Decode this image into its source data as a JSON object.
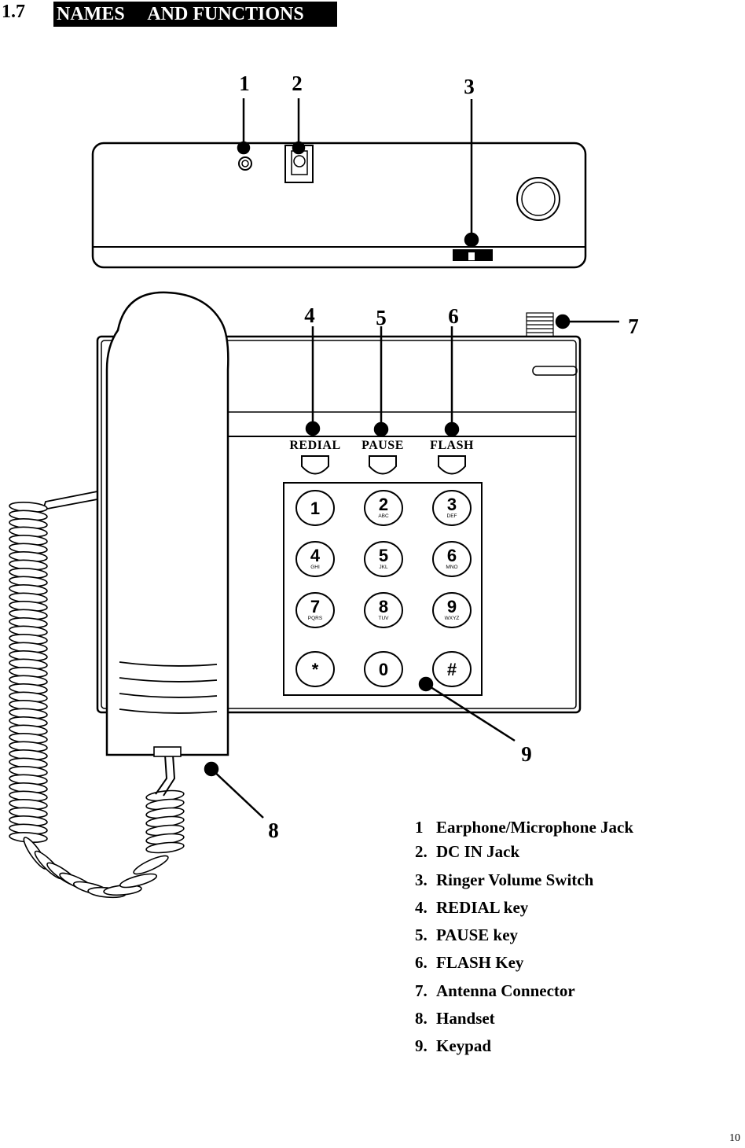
{
  "heading": {
    "number": "1.7",
    "title": "NAMES     AND FUNCTIONS"
  },
  "callouts": [
    "1",
    "2",
    "3",
    "4",
    "5",
    "6",
    "7",
    "8",
    "9"
  ],
  "keys": {
    "redial": "REDIAL",
    "pause": "PAUSE",
    "flash": "FLASH"
  },
  "keypad": [
    {
      "digit": "1",
      "letters": ""
    },
    {
      "digit": "2",
      "letters": "ABC"
    },
    {
      "digit": "3",
      "letters": "DEF"
    },
    {
      "digit": "4",
      "letters": "GHI"
    },
    {
      "digit": "5",
      "letters": "JKL"
    },
    {
      "digit": "6",
      "letters": "MNO"
    },
    {
      "digit": "7",
      "letters": "PQRS"
    },
    {
      "digit": "8",
      "letters": "TUV"
    },
    {
      "digit": "9",
      "letters": "WXYZ"
    },
    {
      "digit": "*",
      "letters": ""
    },
    {
      "digit": "0",
      "letters": ""
    },
    {
      "digit": "#",
      "letters": ""
    }
  ],
  "legend": [
    {
      "num": "1",
      "text": "Earphone/Microphone Jack"
    },
    {
      "num": "2.",
      "text": "DC IN Jack"
    },
    {
      "num": "3.",
      "text": "Ringer Volume Switch"
    },
    {
      "num": "4.",
      "text": "REDIAL key"
    },
    {
      "num": "5.",
      "text": "PAUSE key"
    },
    {
      "num": "6.",
      "text": "FLASH Key"
    },
    {
      "num": "7.",
      "text": "Antenna Connector"
    },
    {
      "num": "8.",
      "text": "Handset"
    },
    {
      "num": "9.",
      "text": "Keypad"
    }
  ],
  "page_number": "10"
}
